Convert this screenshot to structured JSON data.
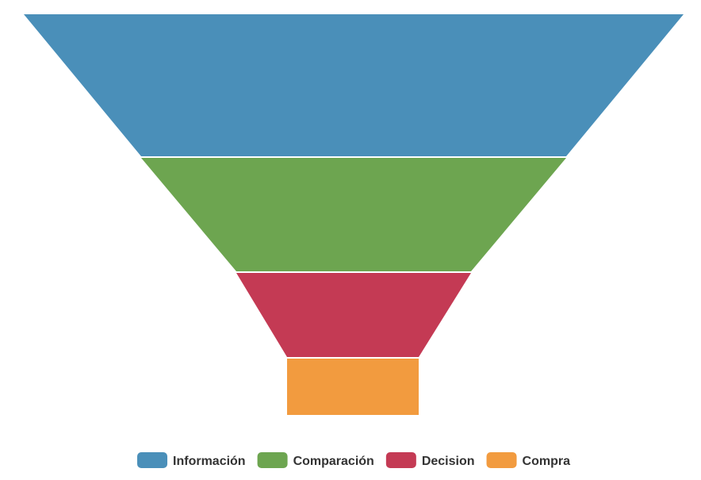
{
  "chart_data": {
    "type": "funnel",
    "categories": [
      "Información",
      "Comparación",
      "Decision",
      "Compra"
    ],
    "colors": [
      "#4a8fb9",
      "#6da550",
      "#c43a54",
      "#f29b3f"
    ],
    "legend": "bottom-center",
    "grid": false,
    "title": "",
    "xlabel": "",
    "ylabel": ""
  }
}
